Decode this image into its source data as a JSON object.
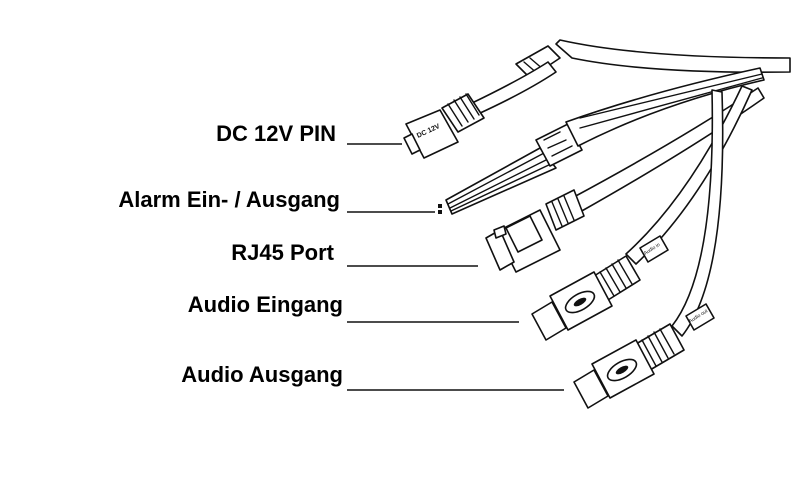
{
  "labels": {
    "dc": "DC 12V PIN",
    "alarm": "Alarm Ein- / Ausgang",
    "rj45": "RJ45 Port",
    "audio_in": "Audio Eingang",
    "audio_out": "Audio Ausgang"
  },
  "markings": {
    "dc_plug": "DC 12V",
    "audio_in_tag": "Audio in",
    "audio_out_tag": "Audio out"
  },
  "colors": {
    "line": "#111111",
    "background": "#ffffff"
  }
}
